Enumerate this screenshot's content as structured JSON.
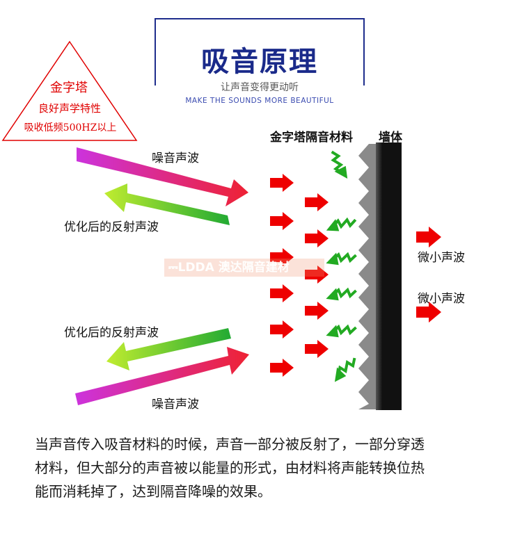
{
  "header": {
    "title": "吸音原理",
    "subtitle_cn": "让声音变得更动听",
    "subtitle_en": "MAKE THE SOUNDS MORE BEAUTIFUL"
  },
  "badge": {
    "line1": "金字塔",
    "line2": "良好声学特性",
    "line3": "吸收低频500HZ以上",
    "color": "#e00000"
  },
  "labels": {
    "material": "金字塔隔音材料",
    "wall": "墙体",
    "incident_top": "噪音声波",
    "reflected_top": "优化后的反射声波",
    "reflected_bottom": "优化后的反射声波",
    "incident_bottom": "噪音声波",
    "transmitted_1": "微小声波",
    "transmitted_2": "微小声波"
  },
  "watermark": "⎓LDDA 澳达隔音建材",
  "description": {
    "line1": "当声音传入吸音材料的时候，声音一部分被反射了，一部分穿透",
    "line2": "材料，但大部分的声音被以能量的形式，由材料将声能转换位热",
    "line3": "能而消耗掉了，达到隔音降噪的效果。"
  },
  "colors": {
    "title": "#1a2a8a",
    "incident_gradient": [
      "#cc33dd",
      "#ee2233"
    ],
    "reflected_gradient": [
      "#b8e835",
      "#22aa33"
    ],
    "small_arrow": "#ee0000",
    "zigzag_arrow": "#22aa22",
    "wall": "#111111",
    "material": "#888888"
  },
  "icons": {
    "incident": "gradient-arrow-icon",
    "reflected": "gradient-arrow-icon",
    "penetration": "red-arrow-icon",
    "absorbed": "zigzag-arrow-icon"
  }
}
